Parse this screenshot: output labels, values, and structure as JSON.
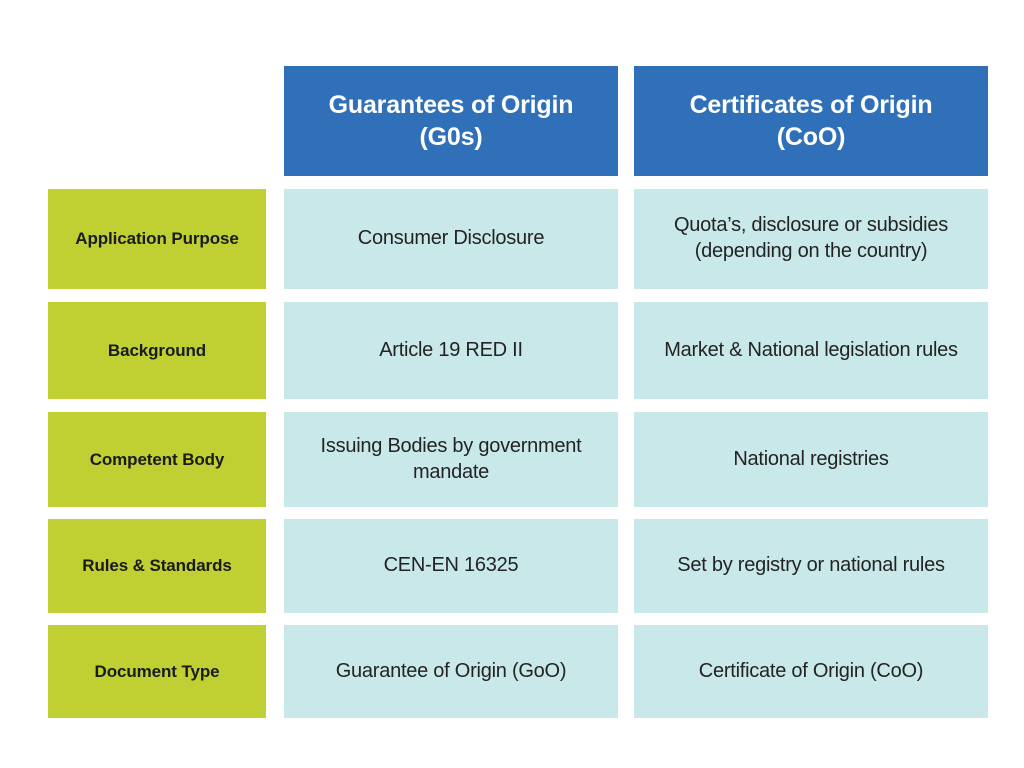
{
  "table": {
    "corner_label": "",
    "columns": [
      {
        "id": "go",
        "header": "Guarantees of Origin\n(G0s)"
      },
      {
        "id": "coo",
        "header": "Certificates of Origin\n(CoO)"
      }
    ],
    "column_headers": {
      "go_line1": "Guarantees of Origin",
      "go_line2": "(G0s)",
      "coo_line1": "Certificates of Origin",
      "coo_line2": "(CoO)"
    },
    "row_labels": [
      "Application Purpose",
      "Background",
      "Competent Body",
      "Rules & Standards",
      "Document Type"
    ],
    "rows": [
      {
        "label": "Application Purpose",
        "go": "Consumer Disclosure",
        "coo": "Quota’s, disclosure or subsidies (depending on the country)"
      },
      {
        "label": "Background",
        "go": "Article 19 RED II",
        "coo": "Market & National legislation rules"
      },
      {
        "label": "Competent Body",
        "go": "Issuing Bodies by government mandate",
        "coo": "National registries"
      },
      {
        "label": "Rules & Standards",
        "go": "CEN-EN 16325",
        "coo": "Set by registry or national rules"
      },
      {
        "label": "Document Type",
        "go": "Guarantee of Origin (GoO)",
        "coo": "Certificate of Origin (CoO)"
      }
    ]
  },
  "colors": {
    "header_blue": "#3070b8",
    "label_green": "#c0cf32",
    "cell_cyan": "#c9e8ea",
    "header_text": "#ffffff",
    "body_text": "#232323",
    "page_background": "#ffffff"
  }
}
